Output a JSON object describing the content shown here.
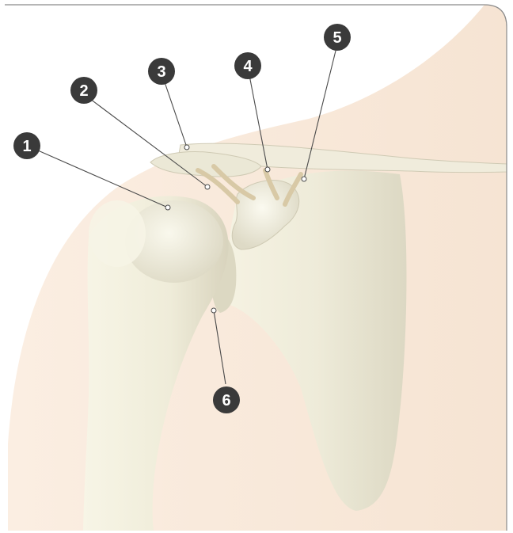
{
  "labels": [
    {
      "id": 1,
      "text": "1"
    },
    {
      "id": 2,
      "text": "2"
    },
    {
      "id": 3,
      "text": "3"
    },
    {
      "id": 4,
      "text": "4"
    },
    {
      "id": 5,
      "text": "5"
    },
    {
      "id": 6,
      "text": "6"
    }
  ],
  "colors": {
    "skin": "#f7e7d8",
    "bone": "#f1efe0",
    "bone_shade": "#d9d6c4",
    "bone_dark": "#c8c4b0",
    "label_fill": "#3a3a3a",
    "frame": "#8a8a8a"
  }
}
